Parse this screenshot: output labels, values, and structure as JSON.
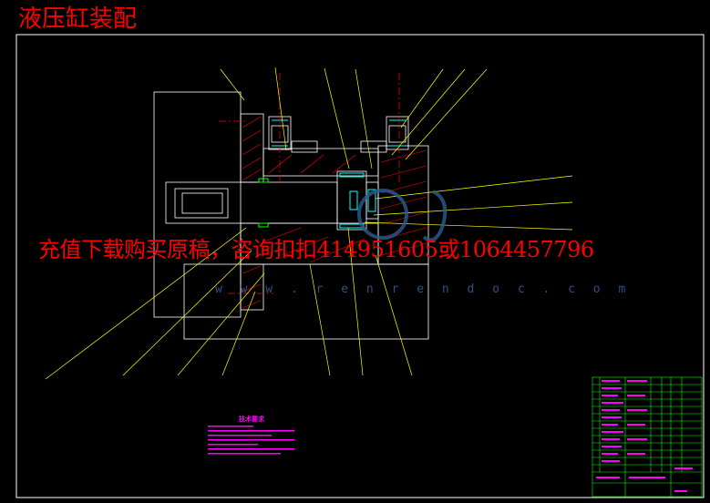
{
  "title": "液压缸装配",
  "promo_text": "充值下载购买原稿，咨询扣扣414951605或1064457796",
  "watermark": "w w w . r e n r e n d o c . c o m",
  "notes_heading": "技术要求",
  "colors": {
    "background": "#000000",
    "frame": "#ffffff",
    "section": "#ffffff",
    "hatch": "#ff0000",
    "leader": "#ffff00",
    "thread": "#00ffff",
    "seal": "#00ff00",
    "table": "#00ff00",
    "notes": "#ff00ff",
    "annotation_red": "#ff0000"
  }
}
